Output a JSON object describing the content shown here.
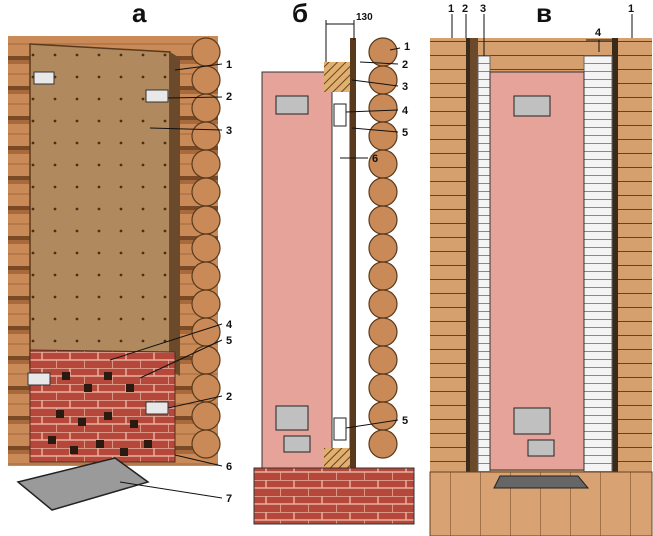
{
  "panels": {
    "a": {
      "title": "а",
      "callouts": [
        "1",
        "2",
        "3",
        "4",
        "5",
        "2",
        "6",
        "7"
      ]
    },
    "b": {
      "title": "б",
      "dimension": "130",
      "callouts": [
        "1",
        "2",
        "3",
        "4",
        "5",
        "6",
        "5"
      ]
    },
    "c": {
      "title": "в",
      "callouts_top": [
        "1",
        "2",
        "3",
        "4",
        "1"
      ]
    }
  },
  "colors": {
    "log": "#c98a58",
    "log_dark": "#7a4a26",
    "sheet": "#b08a5e",
    "brick": "#b5483a",
    "pink": "#e6a39a",
    "timber": "#d6a06e",
    "floor": "#d8a272",
    "steel": "#9a9a9a"
  }
}
